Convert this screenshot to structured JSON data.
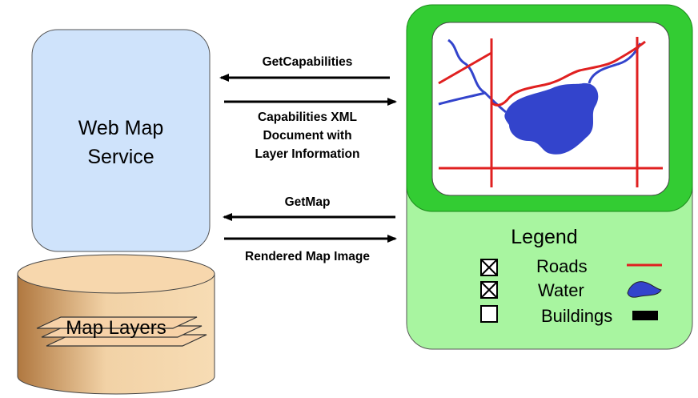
{
  "service": {
    "label_line1": "Web Map",
    "label_line2": "Service"
  },
  "database": {
    "label": "Map Layers"
  },
  "requests": [
    {
      "id": "get-capabilities",
      "label": "GetCapabilities",
      "direction": "left"
    },
    {
      "id": "capabilities-xml",
      "lines": [
        "Capabilities XML",
        "Document with",
        "Layer Information"
      ],
      "direction": "right"
    },
    {
      "id": "get-map",
      "label": "GetMap",
      "direction": "left"
    },
    {
      "id": "rendered-map",
      "label": "Rendered Map Image",
      "direction": "right"
    }
  ],
  "legend": {
    "title": "Legend",
    "items": [
      {
        "label": "Roads",
        "checked": true,
        "symbol": "red-line-icon"
      },
      {
        "label": "Water",
        "checked": true,
        "symbol": "blue-blob-icon"
      },
      {
        "label": "Buildings",
        "checked": false,
        "symbol": "black-rect-icon"
      }
    ]
  },
  "colors": {
    "service_fill": "#cfe3fb",
    "client_frame": "#33cc33",
    "client_panel": "#a8f5a0",
    "roads": "#e02020",
    "water": "#3344cc",
    "db_top": "#f5d2a4",
    "db_side": "#c9945e"
  }
}
